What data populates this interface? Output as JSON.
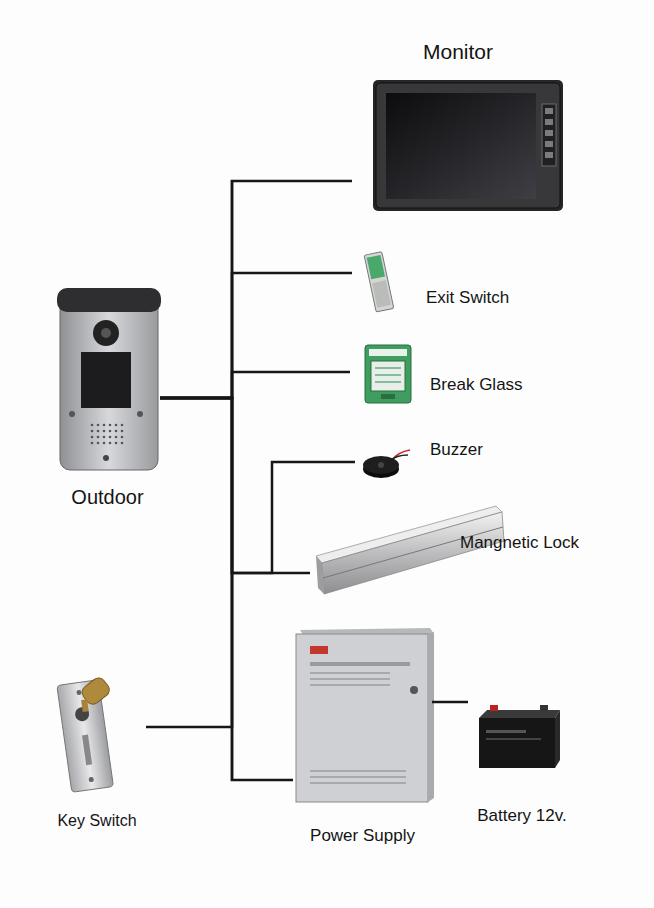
{
  "diagram": {
    "nodes": [
      {
        "text": [
          "Monitor"
        ]
      },
      {
        "text": [
          "Exit Switch"
        ]
      },
      {
        "text": [
          "Break Glass"
        ]
      },
      {
        "text": [
          "Outdoor"
        ]
      },
      {
        "text": [
          "Buzzer"
        ]
      },
      {
        "text": [
          "Mangnetic Lock"
        ]
      },
      {
        "text": [
          "Key Switch"
        ]
      },
      {
        "text": [
          "Power Supply"
        ]
      },
      {
        "text": [
          "Battery 12v."
        ]
      }
    ],
    "edges": [
      {
        "from": 3,
        "to": 0,
        "arrow": "none"
      },
      {
        "from": 3,
        "to": 1,
        "arrow": "none"
      },
      {
        "from": 3,
        "to": 2,
        "arrow": "none"
      },
      {
        "from": 3,
        "to": 4,
        "arrow": "none"
      },
      {
        "from": 3,
        "to": 5,
        "arrow": "none"
      },
      {
        "from": 3,
        "to": 6,
        "arrow": "none"
      },
      {
        "from": 3,
        "to": 7,
        "arrow": "none"
      },
      {
        "from": 7,
        "to": 8,
        "arrow": "none"
      }
    ]
  }
}
